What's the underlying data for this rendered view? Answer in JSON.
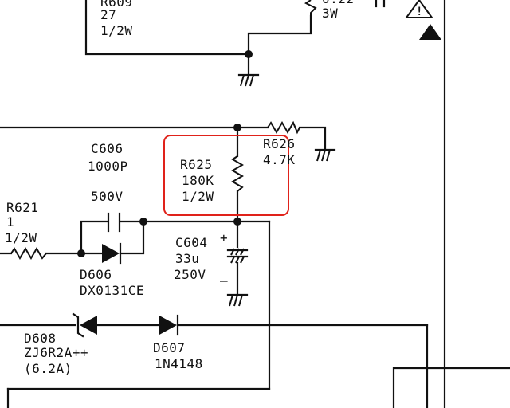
{
  "components": {
    "r609": {
      "ref": "R609",
      "value": "27",
      "rating": "1/2W"
    },
    "r_top": {
      "value": "0.22",
      "rating": "3W"
    },
    "r626": {
      "ref": "R626",
      "value": "4.7K"
    },
    "c606": {
      "ref": "C606",
      "value": "1000P",
      "rating": "500V"
    },
    "r625": {
      "ref": "R625",
      "value": "180K",
      "rating": "1/2W"
    },
    "r621": {
      "ref": "R621",
      "value": "1",
      "rating": "1/2W"
    },
    "c604": {
      "ref": "C604",
      "value": "33u",
      "rating": "250V",
      "plus": "+",
      "minus": "_"
    },
    "d606": {
      "ref": "D606",
      "part": "DX0131CE"
    },
    "d608": {
      "ref": "D608",
      "part": "ZJ6R2A++",
      "note": "(6.2A)"
    },
    "d607": {
      "ref": "D607",
      "part": "1N4148"
    }
  },
  "warning_symbol": {
    "mark": "!"
  },
  "highlight_color": "#e0221a"
}
